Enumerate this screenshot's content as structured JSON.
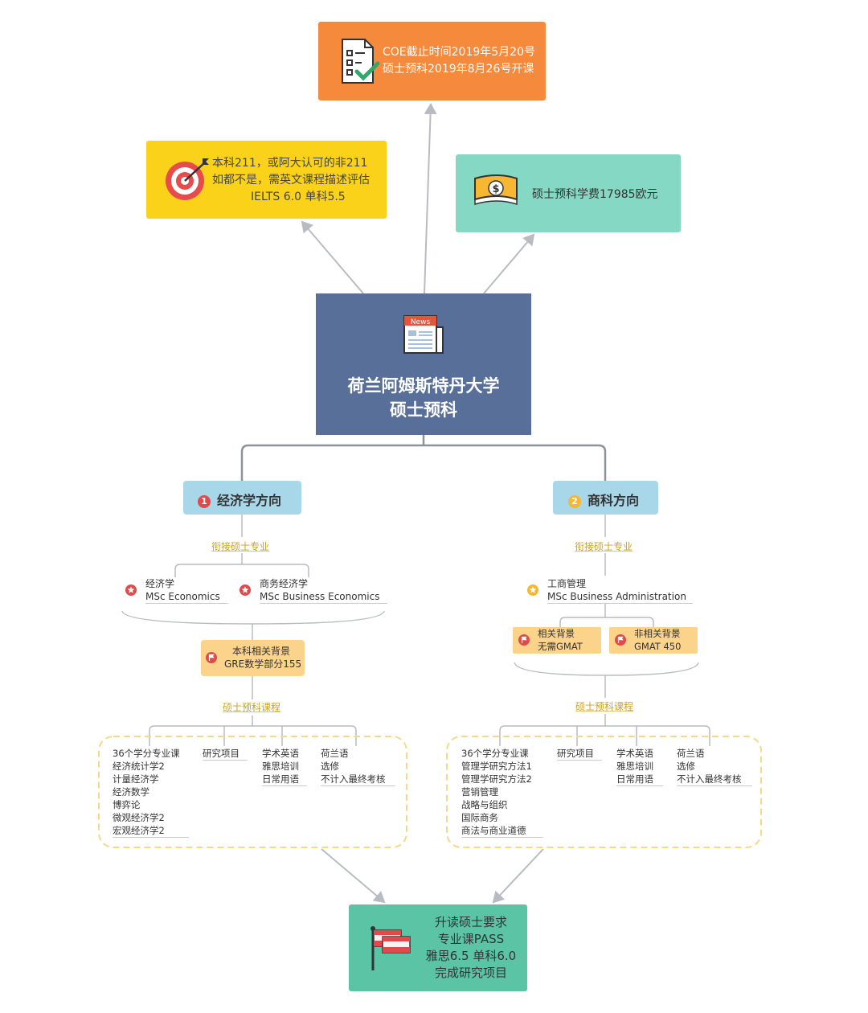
{
  "top_box": {
    "line1": "COE截止时间2019年5月20号",
    "line2": "硕士预科2019年8月26号开课",
    "icon": "checklist-icon",
    "color": "#f68a3c"
  },
  "req_box": {
    "line1": "本科211，或阿大认可的非211",
    "line2": "如都不是，需英文课程描述评估",
    "line3": "IELTS 6.0 单科5.5",
    "icon": "target-icon",
    "color": "#fad21a"
  },
  "fee_box": {
    "text": "硕士预科学费17985欧元",
    "icon": "money-icon",
    "color": "#85d8c3"
  },
  "center": {
    "title_line1": "荷兰阿姆斯特丹大学",
    "title_line2": "硕士预科",
    "icon_label": "News",
    "color": "#587099"
  },
  "left_branch": {
    "number": "1",
    "label": "经济学方向",
    "link_label": "衔接硕士专业",
    "programs": [
      {
        "line1": "经济学",
        "line2": "MSc Economics"
      },
      {
        "line1": "商务经济学",
        "line2": "MSc Business Economics"
      }
    ],
    "requirement": {
      "line1": "本科相关背景",
      "line2": "GRE数学部分155"
    },
    "course_label": "硕士预科课程",
    "courses": {
      "col1": [
        "36个学分专业课",
        "经济统计学2",
        "计量经济学",
        "经济数学",
        "博弈论",
        "微观经济学2",
        "宏观经济学2"
      ],
      "col2": [
        "研究项目"
      ],
      "col3": [
        "学术英语",
        "雅思培训",
        "日常用语"
      ],
      "col4": [
        "荷兰语",
        "选修",
        "不计入最终考核"
      ]
    }
  },
  "right_branch": {
    "number": "2",
    "label": "商科方向",
    "link_label": "衔接硕士专业",
    "program": {
      "line1": "工商管理",
      "line2": "MSc Business Administration"
    },
    "req_related": {
      "line1": "相关背景",
      "line2": "无需GMAT"
    },
    "req_unrelated": {
      "line1": "非相关背景",
      "line2": "GMAT 450"
    },
    "course_label": "硕士预科课程",
    "courses": {
      "col1": [
        "36个学分专业课",
        "管理学研究方法1",
        "管理学研究方法2",
        "营销管理",
        "战略与组织",
        "国际商务",
        "商法与商业道德"
      ],
      "col2": [
        "研究项目"
      ],
      "col3": [
        "学术英语",
        "雅思培训",
        "日常用语"
      ],
      "col4": [
        "荷兰语",
        "选修",
        "不计入最终考核"
      ]
    }
  },
  "bottom_box": {
    "line1": "升读硕士要求",
    "line2": "专业课PASS",
    "line3": "雅思6.5 单科6.0",
    "line4": "完成研究项目",
    "icon": "flag-icon",
    "color": "#5bc4a4"
  }
}
